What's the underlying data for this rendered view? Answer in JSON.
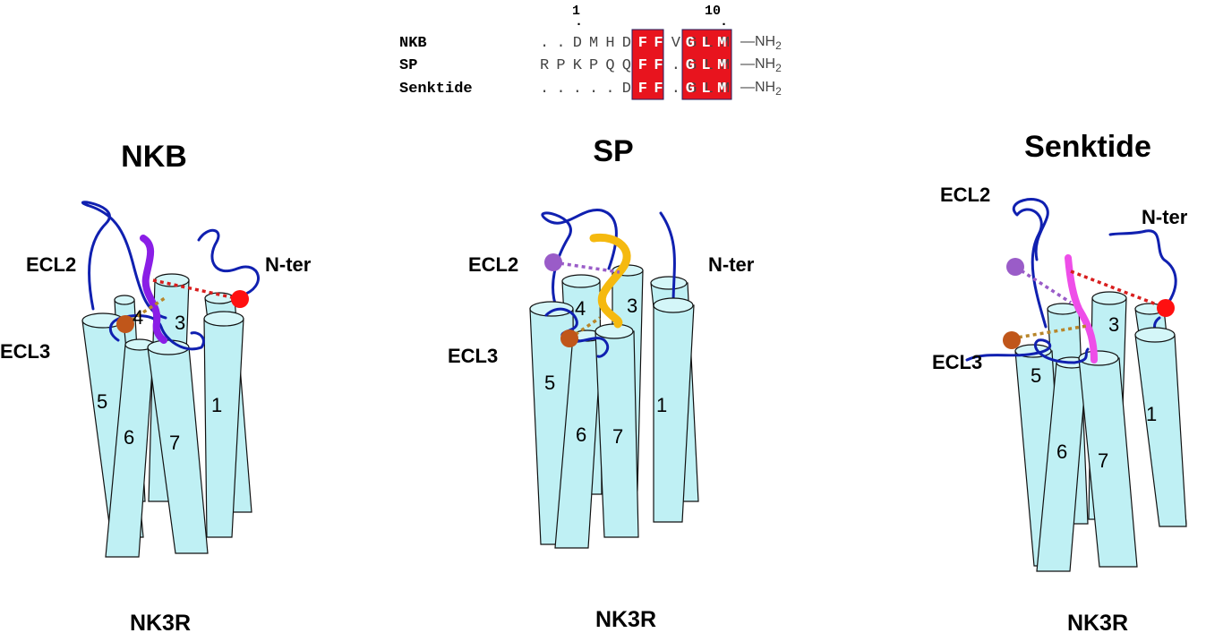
{
  "alignment": {
    "positions": [
      {
        "label": "1",
        "dot": "."
      },
      {
        "label": "10",
        "dot": "."
      }
    ],
    "rows": [
      {
        "name": "NKB",
        "sequence": "..DMHDFFVGLM",
        "terminus": "—NH2"
      },
      {
        "name": "SP",
        "sequence": "RPKPQQFF.GLM",
        "terminus": "—NH2"
      },
      {
        "name": "Senktide",
        "sequence": ".....DFF.GLM",
        "terminus": "—NH2"
      }
    ],
    "highlight_color": "#e8141e"
  },
  "panels": [
    {
      "title": "NKB",
      "receptor": "NK3R",
      "ligand_color": "#8a1ee6",
      "labels": {
        "ecl2": "ECL2",
        "ecl3": "ECL3",
        "nter": "N-ter"
      },
      "helix_numbers": [
        "1",
        "3",
        "4",
        "5",
        "6",
        "7"
      ],
      "contact_points": [
        "nter",
        "ecl3"
      ]
    },
    {
      "title": "SP",
      "receptor": "NK3R",
      "ligand_color": "#f5b90f",
      "labels": {
        "ecl2": "ECL2",
        "ecl3": "ECL3",
        "nter": "N-ter"
      },
      "helix_numbers": [
        "1",
        "3",
        "4",
        "5",
        "6",
        "7"
      ],
      "contact_points": [
        "ecl2",
        "ecl3"
      ]
    },
    {
      "title": "Senktide",
      "receptor": "NK3R",
      "ligand_color": "#ee4ee8",
      "labels": {
        "ecl2": "ECL2",
        "ecl3": "ECL3",
        "nter": "N-ter"
      },
      "helix_numbers": [
        "1",
        "3",
        "5",
        "6",
        "7"
      ],
      "contact_points": [
        "ecl2",
        "nter",
        "ecl3"
      ]
    }
  ],
  "colors": {
    "helix_fill": "#bff0f4",
    "loop": "#1020b0",
    "nter_contact": "#ff1010",
    "ecl2_contact": "#9a5cc8",
    "ecl3_contact": "#c0561a",
    "nter_dash": "#d81e1e",
    "ecl2_dash": "#9a5cc8",
    "ecl3_dash": "#b8862a"
  }
}
